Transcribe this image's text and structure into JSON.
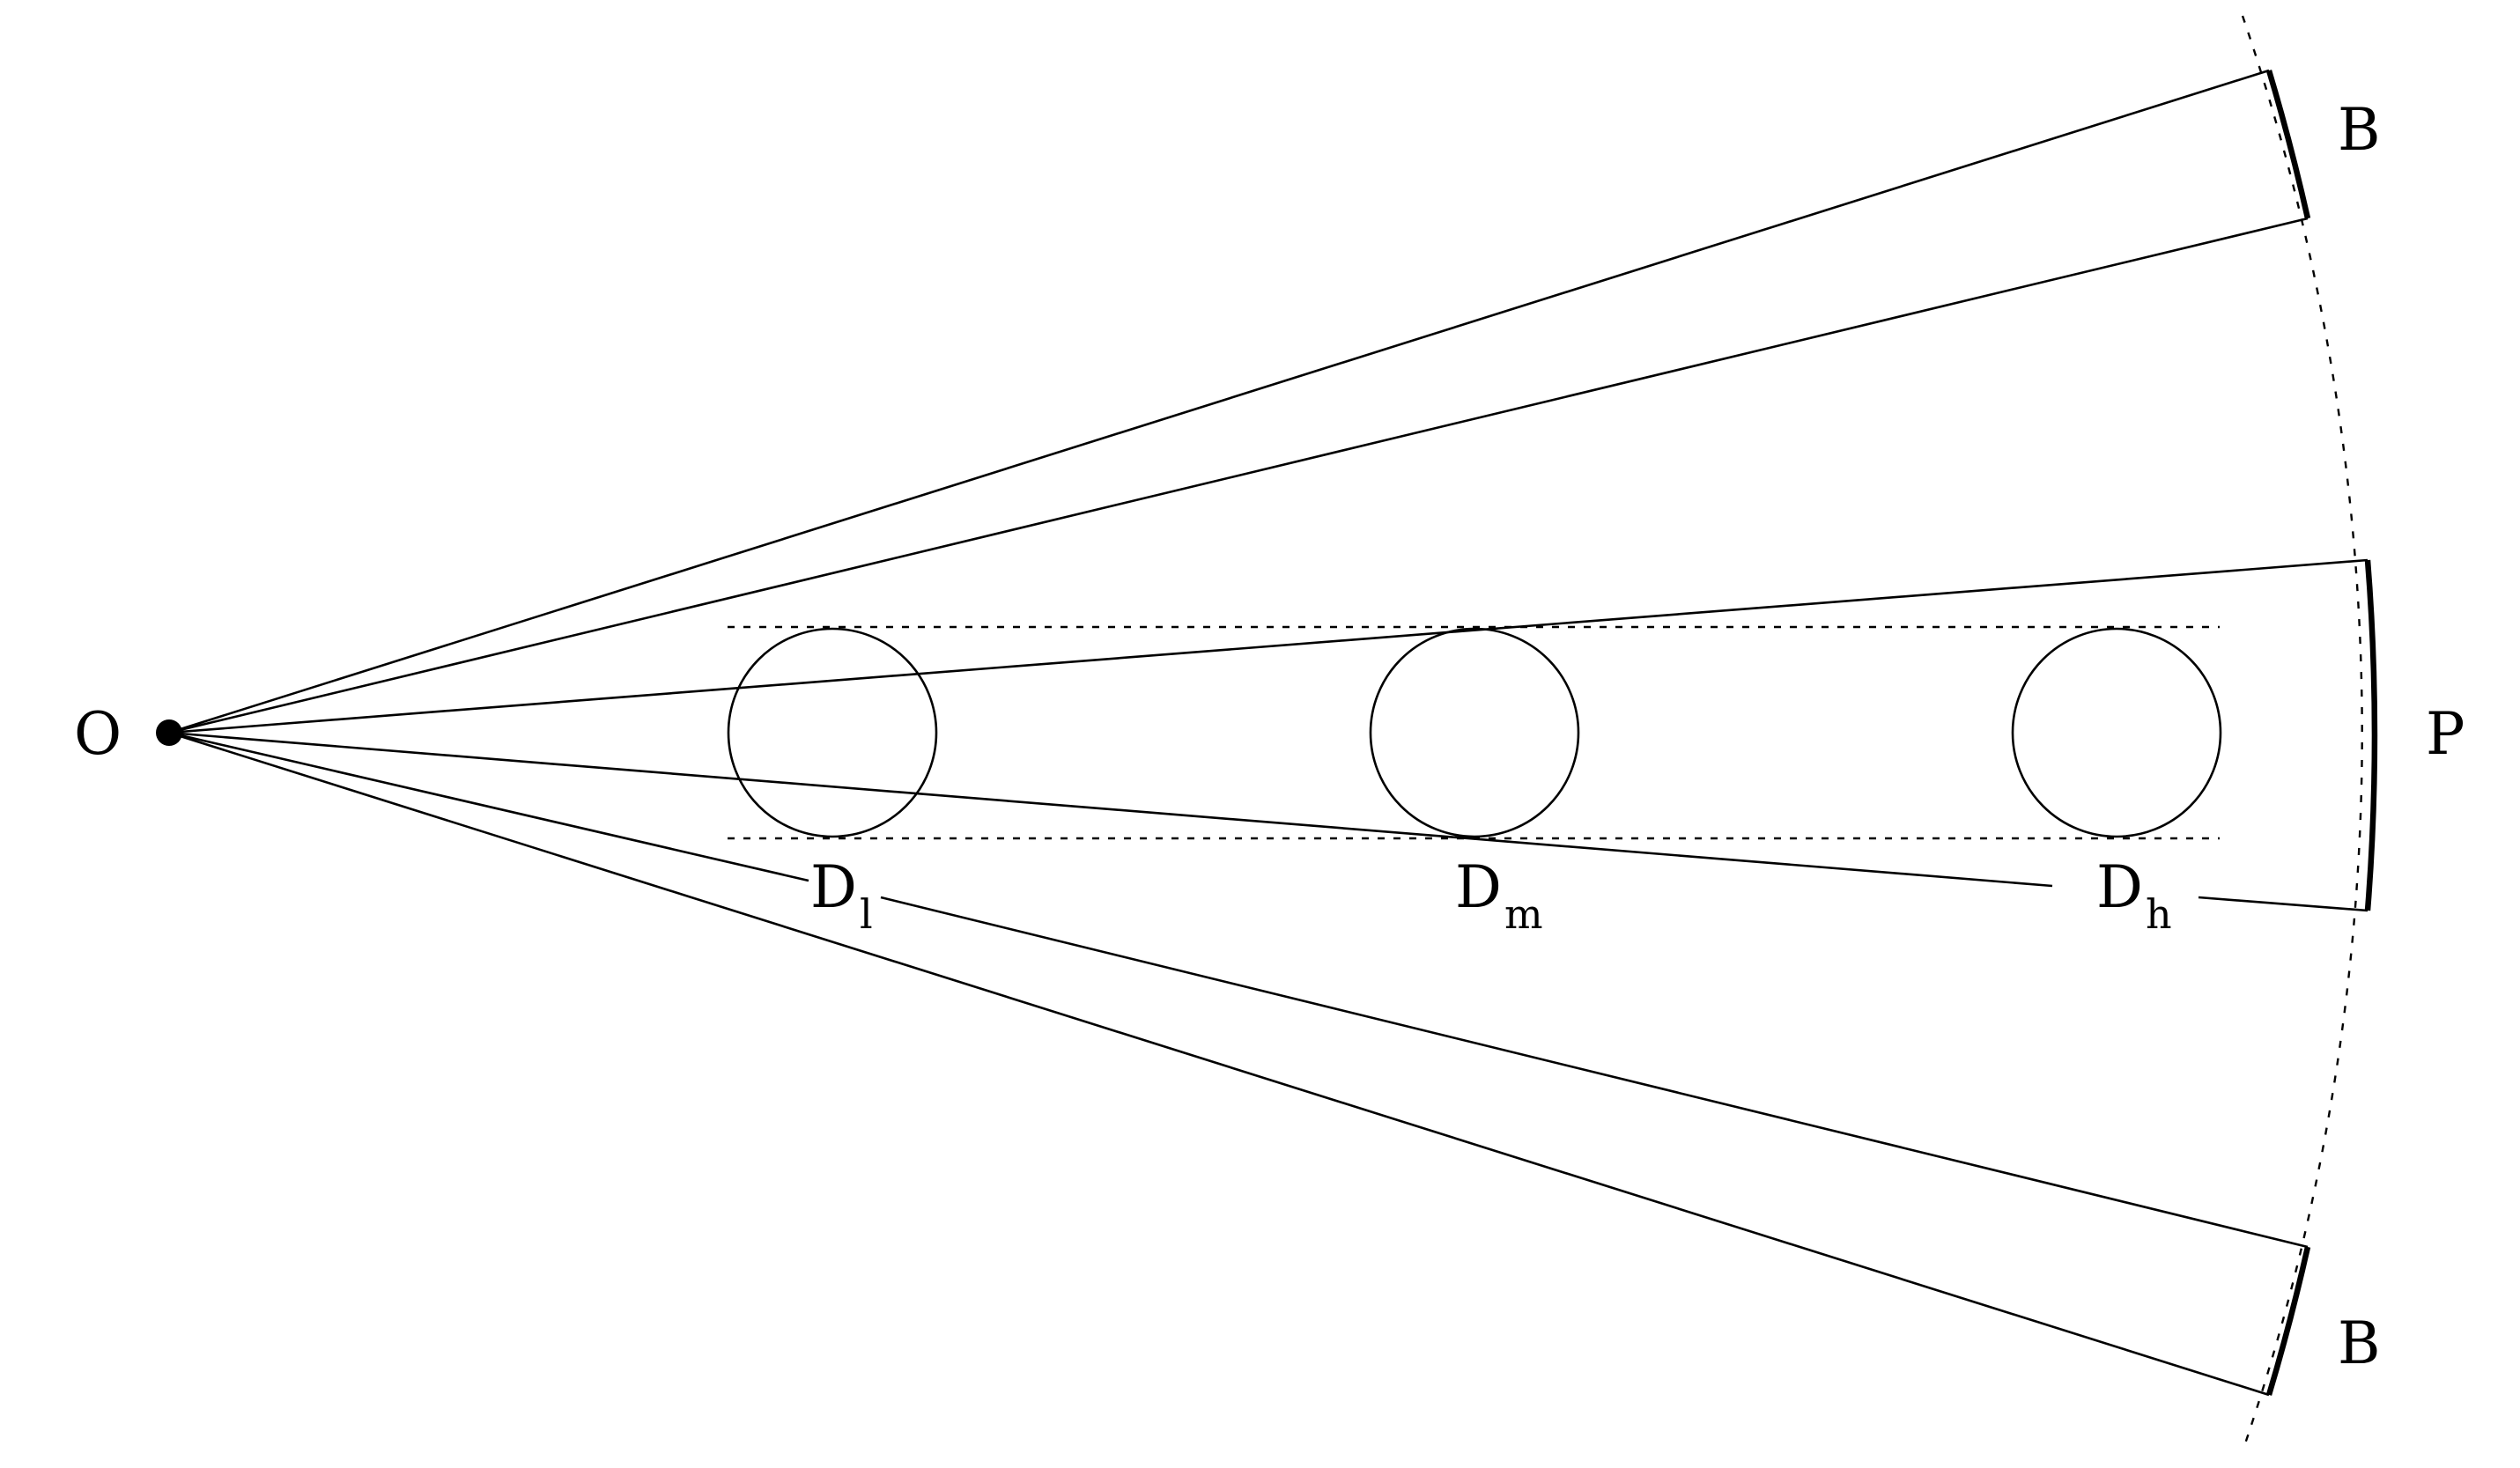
{
  "labels": {
    "origin": "O",
    "plane": "P",
    "beam_top": "B",
    "beam_bottom": "B",
    "disk_low": {
      "main": "D",
      "sub": "l"
    },
    "disk_mid": {
      "main": "D",
      "sub": "m"
    },
    "disk_high": {
      "main": "D",
      "sub": "h"
    }
  },
  "colors": {
    "line": "#000000",
    "background": "#ffffff"
  }
}
